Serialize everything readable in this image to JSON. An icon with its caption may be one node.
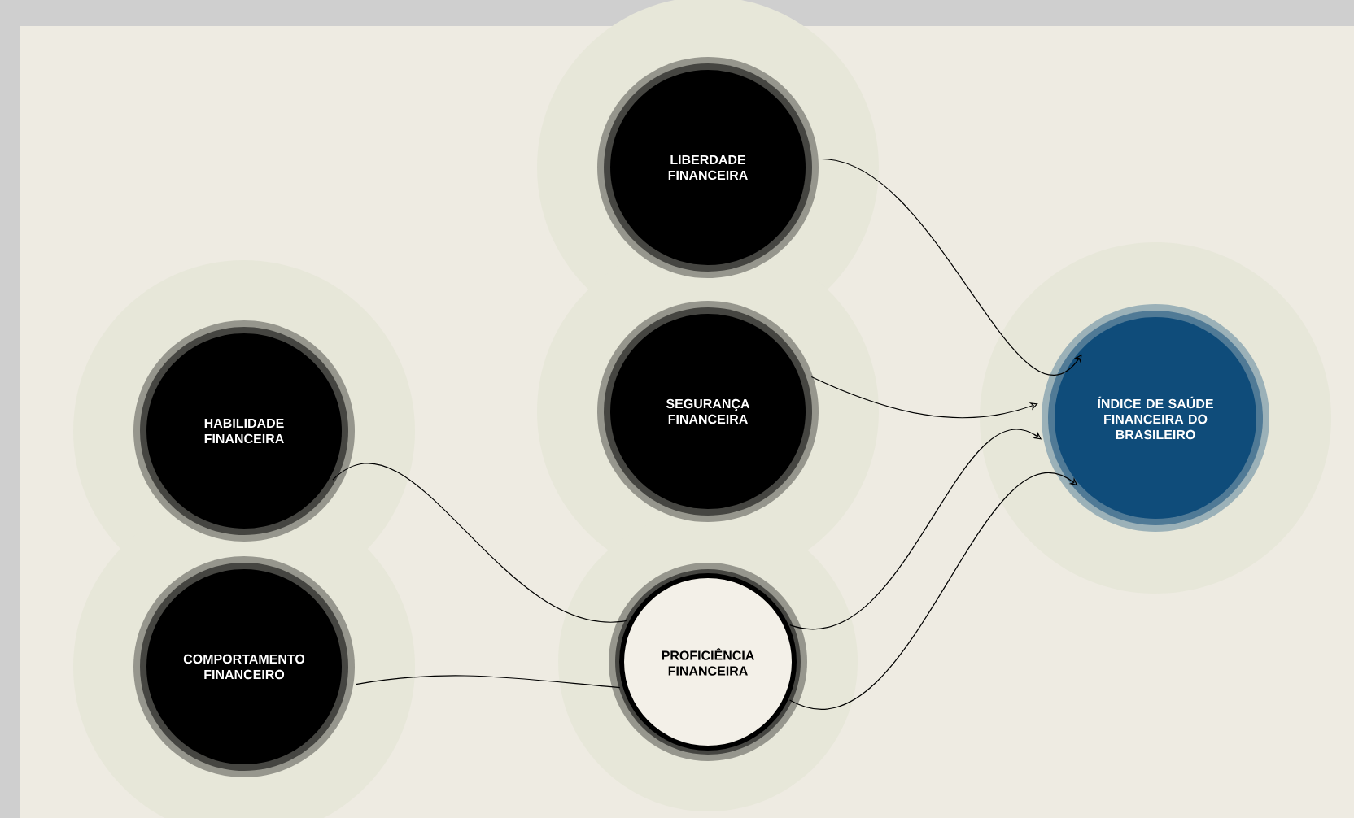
{
  "diagram": {
    "nodes": [
      {
        "text": [
          "LIBERDADE FINANCEIRA"
        ]
      },
      {
        "text": [
          "HABILIDADE FINANCEIRA"
        ]
      },
      {
        "text": [
          "SEGURANÇA FINANCEIRA"
        ]
      },
      {
        "text": [
          "ÍNDICE DE SAÚDE FINANCEIRA DO BRASILEIRO"
        ]
      },
      {
        "text": [
          "COMPORTAMENTO FINANCEIRO"
        ]
      },
      {
        "text": [
          "PROFICIÊNCIA FINANCEIRA"
        ]
      }
    ],
    "edges": [
      {
        "from": 0,
        "to": 3,
        "arrow": "to"
      },
      {
        "from": 2,
        "to": 3,
        "arrow": "to"
      },
      {
        "from": 1,
        "to": 5,
        "arrow": "none"
      },
      {
        "from": 4,
        "to": 5,
        "arrow": "none"
      },
      {
        "from": 5,
        "to": 3,
        "arrow": "to"
      },
      {
        "from": 5,
        "to": 3,
        "arrow": "to"
      }
    ]
  }
}
